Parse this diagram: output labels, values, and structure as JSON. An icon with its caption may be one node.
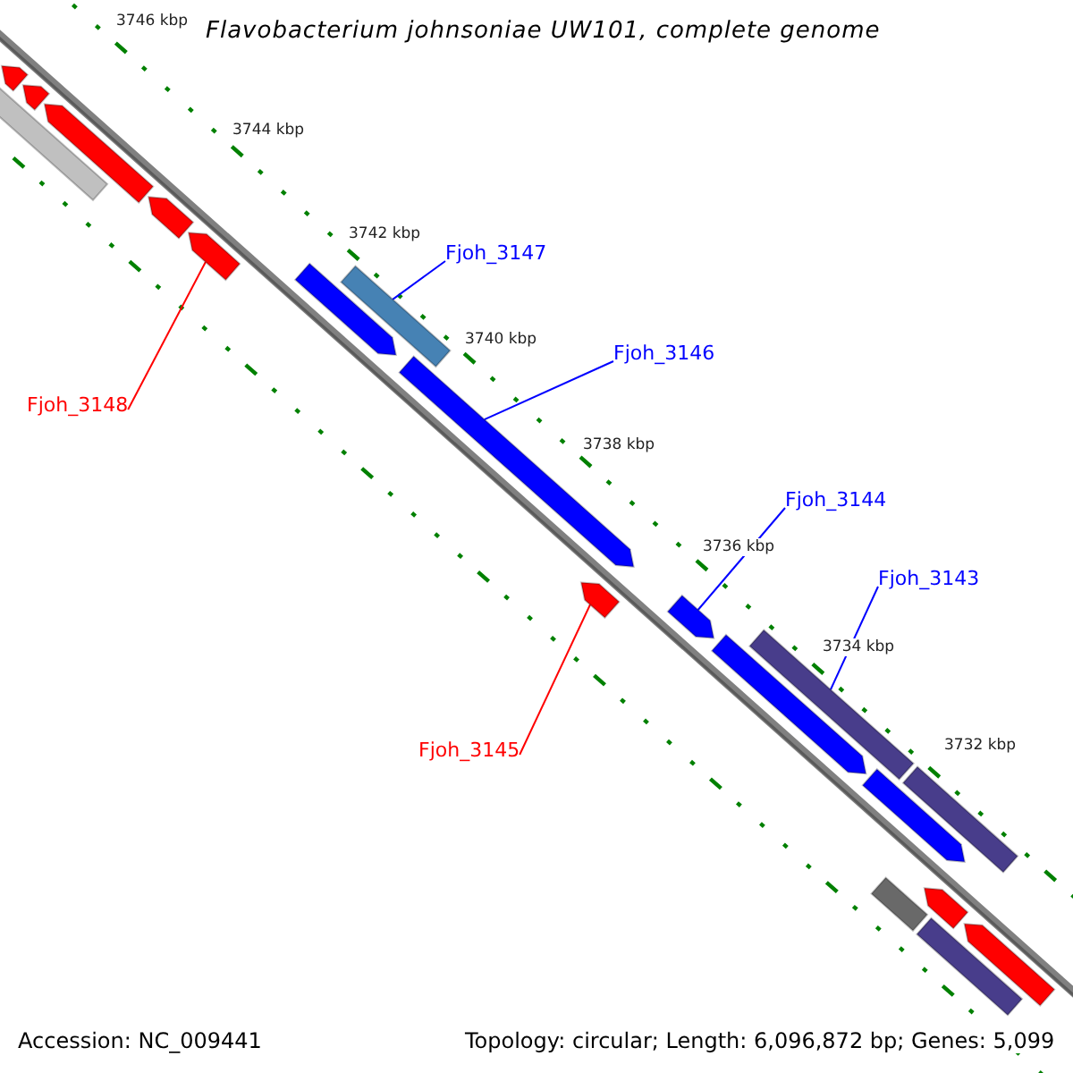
{
  "diagram": {
    "title": "Flavobacterium johnsoniae UW101, complete genome",
    "nodes": [
      {
        "text": [
          "Fjoh_3147"
        ]
      },
      {
        "text": [
          "Fjoh_3146"
        ]
      },
      {
        "text": [
          "Fjoh_3148"
        ]
      },
      {
        "text": [
          "Fjoh_3144"
        ]
      },
      {
        "text": [
          "Fjoh_3143"
        ]
      },
      {
        "text": [
          "Fjoh_3145"
        ]
      },
      {
        "text": [],
        "shape": "bar"
      },
      {
        "text": [],
        "shape": "bar"
      },
      {
        "text": [],
        "shape": "bar"
      },
      {
        "text": [],
        "shape": "bar"
      },
      {
        "text": [],
        "shape": "bar"
      },
      {
        "text": [],
        "shape": "bar"
      },
      {
        "text": [],
        "shape": "bar"
      },
      {
        "text": [],
        "shape": "bar"
      },
      {
        "text": [],
        "shape": "bar"
      },
      {
        "text": [],
        "shape": "bar"
      },
      {
        "text": [],
        "shape": "bar"
      },
      {
        "text": [],
        "shape": "bar"
      },
      {
        "text": [],
        "shape": "bar"
      },
      {
        "text": [],
        "shape": "bar"
      },
      {
        "text": [],
        "shape": "bar"
      },
      {
        "text": [],
        "shape": "bar"
      },
      {
        "text": [],
        "shape": "bar"
      },
      {
        "text": [],
        "shape": "bar"
      },
      {
        "text": [],
        "shape": "bar"
      }
    ],
    "edges": [
      {
        "from": 0,
        "to": 13,
        "arrow": "none"
      },
      {
        "from": 1,
        "to": 14,
        "arrow": "none"
      },
      {
        "from": 2,
        "to": 11,
        "arrow": "none",
        "color": "#ff0000"
      },
      {
        "from": 3,
        "to": 16,
        "arrow": "none"
      },
      {
        "from": 4,
        "to": 17,
        "arrow": "none"
      },
      {
        "from": 5,
        "to": 15,
        "arrow": "none",
        "color": "#ff0000"
      }
    ],
    "labels": [
      "3746 kbp",
      "3744 kbp",
      "3742 kbp",
      "3740 kbp",
      "3738 kbp",
      "3736 kbp",
      "3734 kbp",
      "3732 kbp",
      "Accession: NC_009441",
      "Topology: circular; Length: 6,096,872 bp; Genes: 5,099"
    ]
  }
}
